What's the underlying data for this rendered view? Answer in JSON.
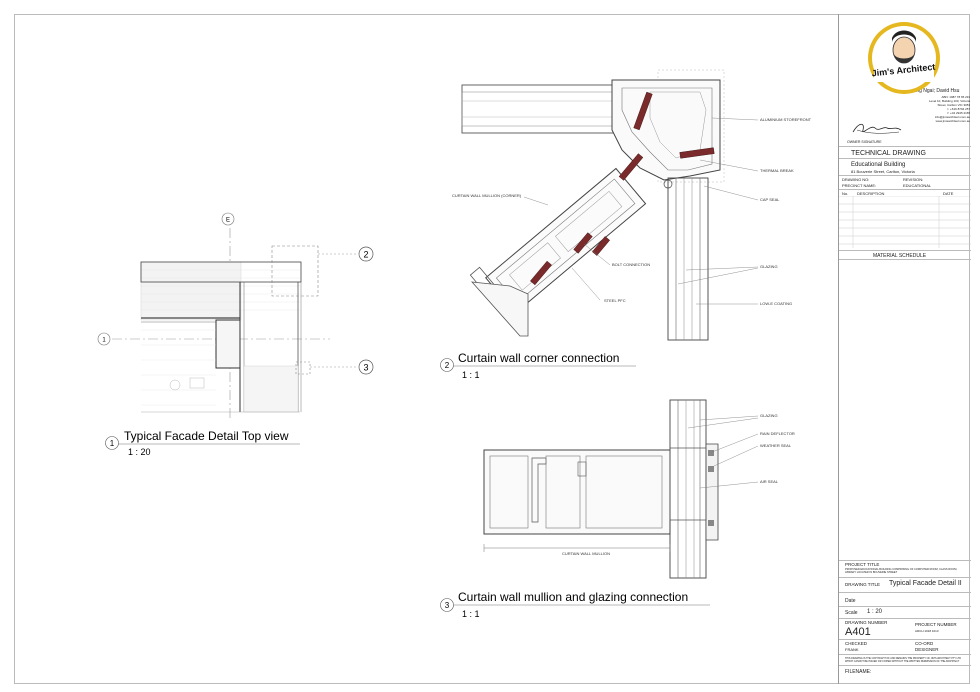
{
  "views": {
    "view1": {
      "number": "1",
      "title": "Typical Facade Detail Top view",
      "scale": "1 : 20",
      "grid_e": "E",
      "grid_1": "1",
      "callout_2": "2",
      "callout_3": "3"
    },
    "view2": {
      "number": "2",
      "title": "Curtain wall corner connection",
      "scale": "1 : 1",
      "labels": {
        "aluminium": "ALUMINIUM STOREFRONT",
        "thermal": "THERMAL BREAK",
        "capseal": "CAP SEAL",
        "mullion_corner": "CURTAIN WALL MULLION (CORNER)",
        "bolt": "BOLT CONNECTION",
        "glazing": "GLAZING",
        "steel": "STEEL PFC",
        "lowe": "LOW-E COATING"
      }
    },
    "view3": {
      "number": "3",
      "title": "Curtain wall mullion and glazing connection",
      "scale": "1 : 1",
      "labels": {
        "glazing": "GLAZING",
        "rain": "RAIN DEFLECTOR",
        "weather": "WEATHER SEAL",
        "air": "AIR SEAL",
        "mullion": "CURTAIN WALL MULLION"
      }
    }
  },
  "title_block": {
    "logo_text": "Jim's Architect",
    "names": "TszFung Ngai; David Hsu",
    "contact": [
      "ABN: 1987 78 65 291",
      "Level 10, Building 100, Victoria",
      "Street, Carlton VIC 3053",
      "t: +616 8794 257",
      "f: +04 2945 2165",
      "info@jimsarchitect.com.au",
      "www.jimsarchitect.com.au"
    ],
    "owner_signature": "OWNER SIGNATURE",
    "drawing_type": "TECHNICAL DRAWING",
    "building": "Educational Building",
    "address": "81 Bouverie Street, Carlton, Victoria",
    "drawing_no_label": "DRAWING NO:",
    "revision_label": "REVISION:",
    "precinct_label": "PRECINCT NAME:",
    "precinct_value": "EDUCATIONAL",
    "rev_headers": [
      "No.",
      "DESCRIPTION",
      "DATE"
    ],
    "material_schedule": "MATERIAL SCHEDULE",
    "project_title_label": "PROJECT TITLE",
    "project_title_text": "PROPOSED EDUCATIONAL BUILDING COMPRISING OF COMPUTER ROOM, CLASS ROOM, LIBRARY LOCATED IN BOUVERIE STREET",
    "drawing_title_label": "DRAWING TITLE",
    "drawing_title": "Typical Facade Detail II",
    "date_label": "Date",
    "scale_label": "Scale",
    "scale_value": "1 : 20",
    "drawing_number_label": "DRAWING NUMBER",
    "drawing_number": "A401",
    "project_number_label": "PROJECT NUMBER",
    "project_number": "ARCH 1018 1013",
    "checked_label": "CHECKED",
    "checked_value": "FRANK",
    "coord_label": "CO-ORD",
    "designer_label": "DESIGNER",
    "copyright": "THIS DRAWING IS THE COPYRIGHT OF AND REMAINS THE PROPERTY OF JIM'S ARCHITECT PTY LTD WHICH CANNOT BE ISSUED OR COPIED WITHOUT THE WRITTEN PERMISSION OF THE ARCHITECT",
    "filename_label": "FILENAME:"
  }
}
